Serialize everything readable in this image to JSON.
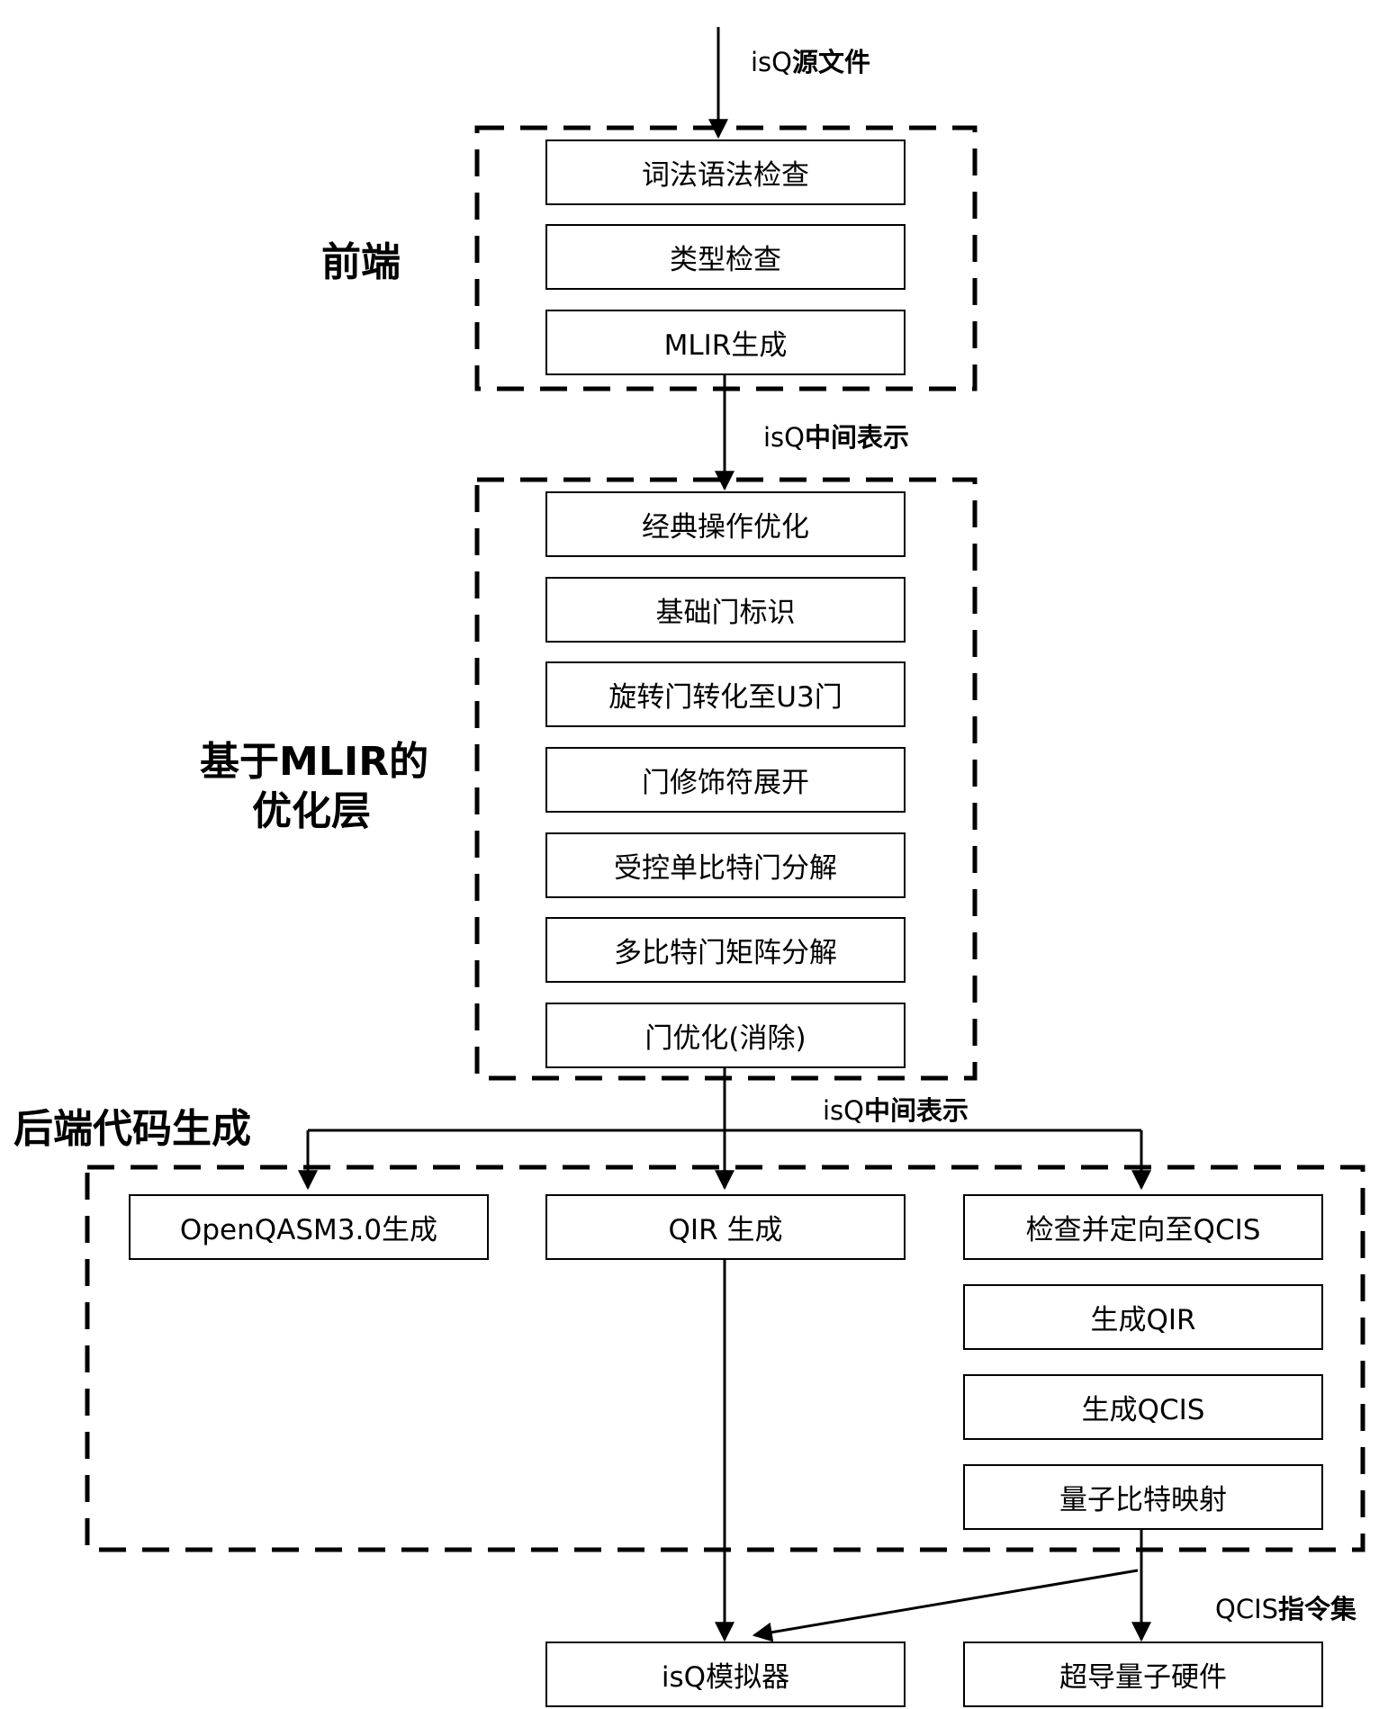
{
  "input_label": {
    "prefix": "isQ",
    "text": "源文件"
  },
  "frontend": {
    "title": "前端",
    "steps": [
      "词法语法检查",
      "类型检查",
      "MLIR生成"
    ]
  },
  "ir_label_1": {
    "prefix": "isQ",
    "text": "中间表示"
  },
  "optimization": {
    "title_line1": "基于MLIR的",
    "title_line2": "优化层",
    "steps": [
      "经典操作优化",
      "基础门标识",
      "旋转门转化至U3门",
      "门修饰符展开",
      "受控单比特门分解",
      "多比特门矩阵分解",
      "门优化(消除)"
    ]
  },
  "ir_label_2": {
    "prefix": "isQ",
    "text": "中间表示"
  },
  "backend": {
    "title": "后端代码生成",
    "openqasm": "OpenQASM3.0生成",
    "qir": "QIR 生成",
    "qcis_steps": [
      "检查并定向至QCIS",
      "生成QIR",
      "生成QCIS",
      "量子比特映射"
    ]
  },
  "qcis_label": {
    "prefix": "QCIS",
    "text": "指令集"
  },
  "outputs": {
    "simulator": "isQ模拟器",
    "hardware": "超导量子硬件"
  }
}
